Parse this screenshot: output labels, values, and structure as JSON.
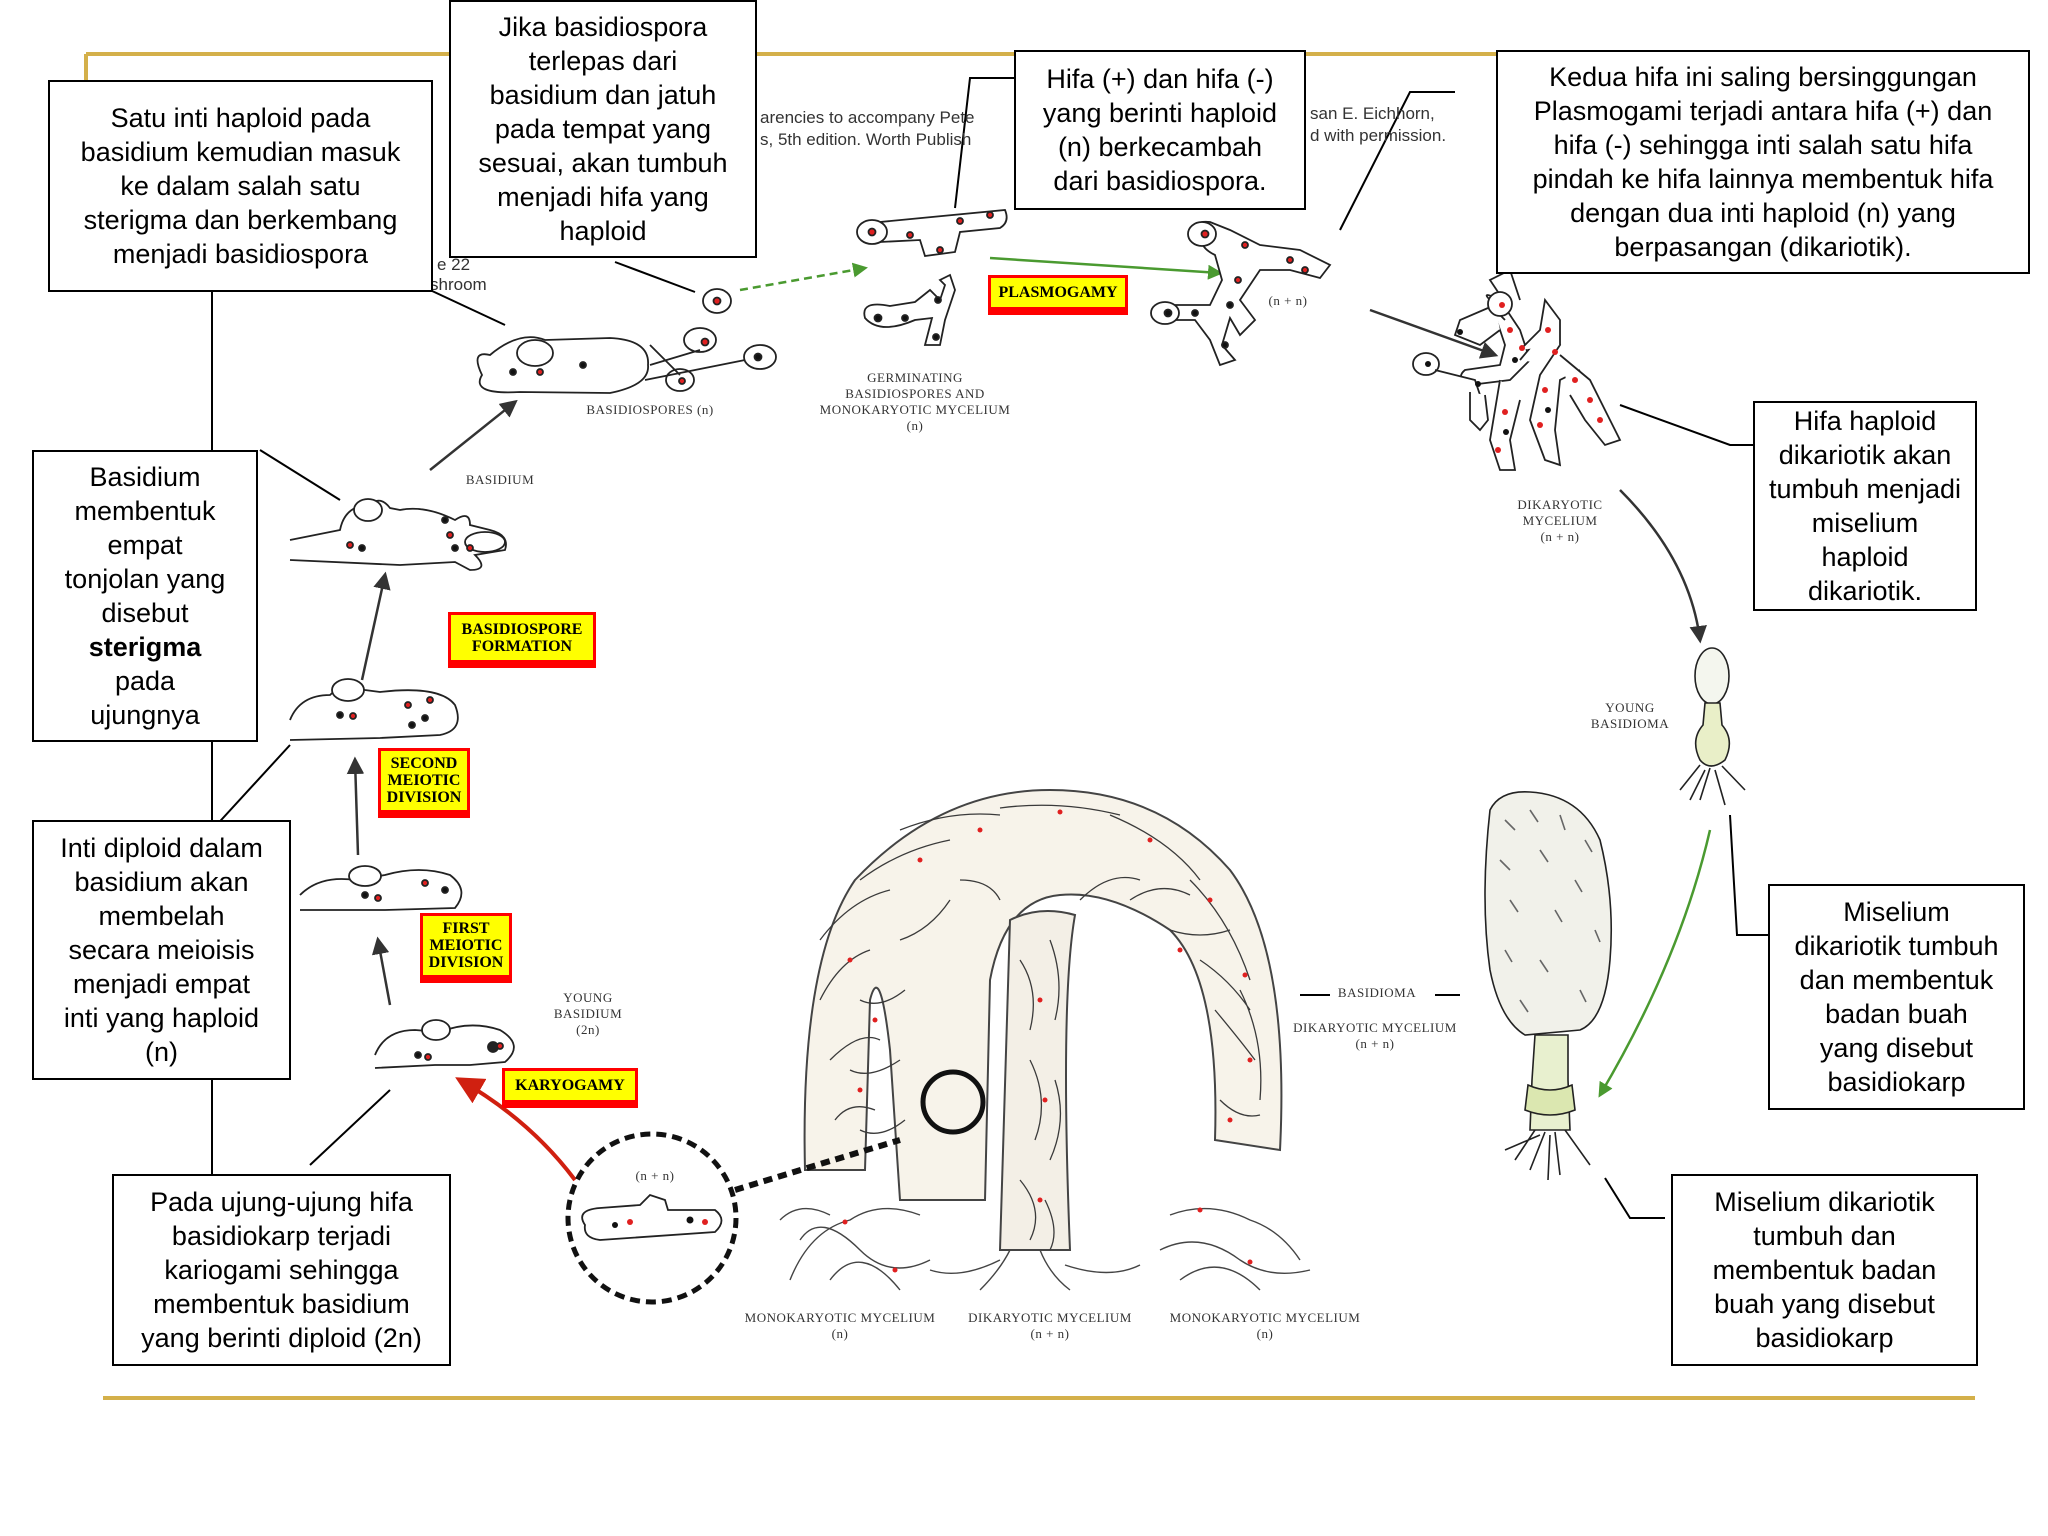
{
  "boxes": {
    "satu_inti": "Satu inti haploid pada\nbasidium kemudian masuk\nke dalam salah satu\nsterigma dan berkembang\nmenjadi basidiospora",
    "jika_basidiospora": "Jika basidiospora\nterlepas dari\nbasidium dan jatuh\npada tempat yang\nsesuai, akan tumbuh\nmenjadi hifa yang\nhaploid",
    "hifa_plus_minus": "Hifa (+) dan hifa (-)\nyang berinti haploid\n(n) berkecambah\ndari basidiospora.",
    "kedua_hifa": "Kedua hifa ini saling bersinggungan\nPlasmogami terjadi antara hifa (+) dan\nhifa (-) sehingga inti salah satu hifa\npindah ke hifa lainnya membentuk hifa\ndengan dua inti haploid (n) yang\nberpasangan (dikariotik).",
    "basidium_membentuk_pre": "Basidium\nmembentuk\nempat\ntonjolan yang\ndisebut",
    "basidium_membentuk_bold": "sterigma",
    "basidium_membentuk_post": "pada\nujungnya",
    "hifa_haploid": "Hifa haploid\ndikariotik akan\ntumbuh menjadi\nmiselium haploid\ndikariotik.",
    "inti_diploid": "Inti diploid dalam\nbasidium akan\nmembelah\nsecara meioisis\nmenjadi empat\ninti yang haploid\n(n)",
    "miselium_kanan": "Miselium\ndikariotik tumbuh\ndan membentuk\nbadan buah\nyang disebut\nbasidiokarp",
    "pada_ujung": "Pada ujung-ujung hifa\nbasidiokarp terjadi\nkariogami sehingga\nmembentuk basidium\nyang berinti diploid (2n)",
    "miselium_bawah": "Miselium dikariotik\ntumbuh dan\nmembentuk badan\nbuah yang disebut\nbasidiokarp"
  },
  "stage_tags": {
    "plasmogamy": "PLASMOGAMY",
    "basidiospore_formation": "BASIDIOSPORE\nFORMATION",
    "second_meiotic": "SECOND\nMEIOTIC\nDIVISION",
    "first_meiotic": "FIRST\nMEIOTIC\nDIVISION",
    "karyogamy": "KARYOGAMY"
  },
  "labels": {
    "basidiospores": "BASIDIOSPORES (n)",
    "germinating": "GERMINATING\nBASIDIOSPORES AND\nMONOKARYOTIC MYCELIUM\n(n)",
    "plasmogamy_ploidy": "(n + n)",
    "dikaryotic_mycelium_right": "DIKARYOTIC\nMYCELIUM\n(n + n)",
    "young_basidioma": "YOUNG\nBASIDIOMA",
    "basidium": "BASIDIUM",
    "young_basidium": "YOUNG\nBASIDIUM\n(2n)",
    "basidioma": "BASIDIOMA",
    "dikaryotic_mycelium_center": "DIKARYOTIC MYCELIUM\n(n + n)",
    "inset_ploidy": "(n + n)",
    "monokaryotic_left": "MONOKARYOTIC MYCELIUM\n(n)",
    "dikaryotic_bottom": "DIKARYOTIC MYCELIUM\n(n + n)",
    "monokaryotic_right": "MONOKARYOTIC MYCELIUM\n(n)"
  },
  "header_fragments": {
    "fragment_a": "arencies to accompany Pete",
    "fragment_b": "s, 5th edition.  Worth Publish",
    "fragment_c": "san E. Eichhorn,",
    "fragment_d": "d with permission.",
    "fragment_e": "e 22",
    "fragment_f": "shroom"
  },
  "colors": {
    "frame_gold": "#d4b04a",
    "tag_fill": "#ffff00",
    "tag_border": "#ff0000",
    "nucleus_red": "#e02020",
    "nucleus_black": "#111111",
    "arrow_green": "#4a9a30",
    "karyogamy_arrow": "#d02010"
  }
}
